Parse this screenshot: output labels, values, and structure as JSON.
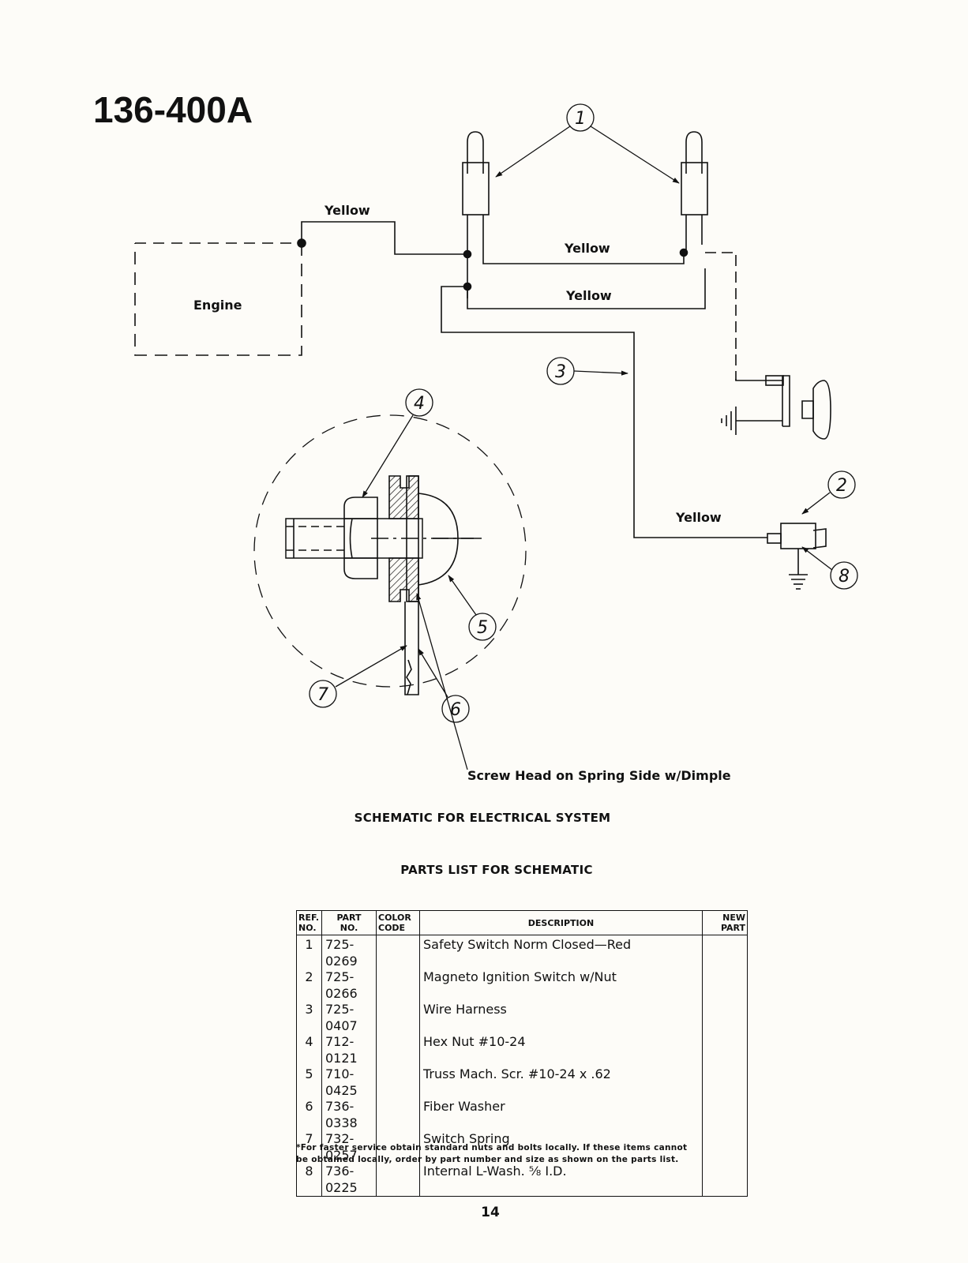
{
  "model_number": "136-400A",
  "diagram": {
    "labels": {
      "engine": "Engine",
      "wire_color": "Yellow",
      "screw_note": "Screw Head on Spring Side w/Dimple"
    },
    "callouts": [
      "1",
      "2",
      "3",
      "4",
      "5",
      "6",
      "7",
      "8"
    ]
  },
  "captions": {
    "schematic": "SCHEMATIC FOR ELECTRICAL SYSTEM",
    "parts_list": "PARTS LIST FOR SCHEMATIC"
  },
  "parts_table": {
    "headers": {
      "ref_line1": "REF.",
      "ref_line2": "NO.",
      "part_line1": "PART",
      "part_line2": "NO.",
      "color_line1": "COLOR",
      "color_line2": "CODE",
      "description": "DESCRIPTION",
      "new_line1": "NEW",
      "new_line2": "PART"
    },
    "rows": [
      {
        "ref": "1",
        "part": "725-0269",
        "color": "",
        "description": "Safety Switch Norm Closed—Red",
        "new": ""
      },
      {
        "ref": "2",
        "part": "725-0266",
        "color": "",
        "description": "Magneto Ignition Switch w/Nut",
        "new": ""
      },
      {
        "ref": "3",
        "part": "725-0407",
        "color": "",
        "description": "Wire Harness",
        "new": ""
      },
      {
        "ref": "4",
        "part": "712-0121",
        "color": "",
        "description": "Hex Nut #10-24",
        "new": ""
      },
      {
        "ref": "5",
        "part": "710-0425",
        "color": "",
        "description": "Truss Mach. Scr. #10-24 x .62",
        "new": ""
      },
      {
        "ref": "6",
        "part": "736-0338",
        "color": "",
        "description": "Fiber Washer",
        "new": ""
      },
      {
        "ref": "7",
        "part": "732-0257",
        "color": "",
        "description": "Switch Spring",
        "new": ""
      },
      {
        "ref": "8",
        "part": "736-0225",
        "color": "",
        "description": "Internal L-Wash. ⅝ I.D.",
        "new": ""
      }
    ]
  },
  "footnote": "*For faster service obtain standard nuts and bolts locally. If these items cannot be obtained locally, order by part number and size as shown on the parts list.",
  "page_number": "14"
}
